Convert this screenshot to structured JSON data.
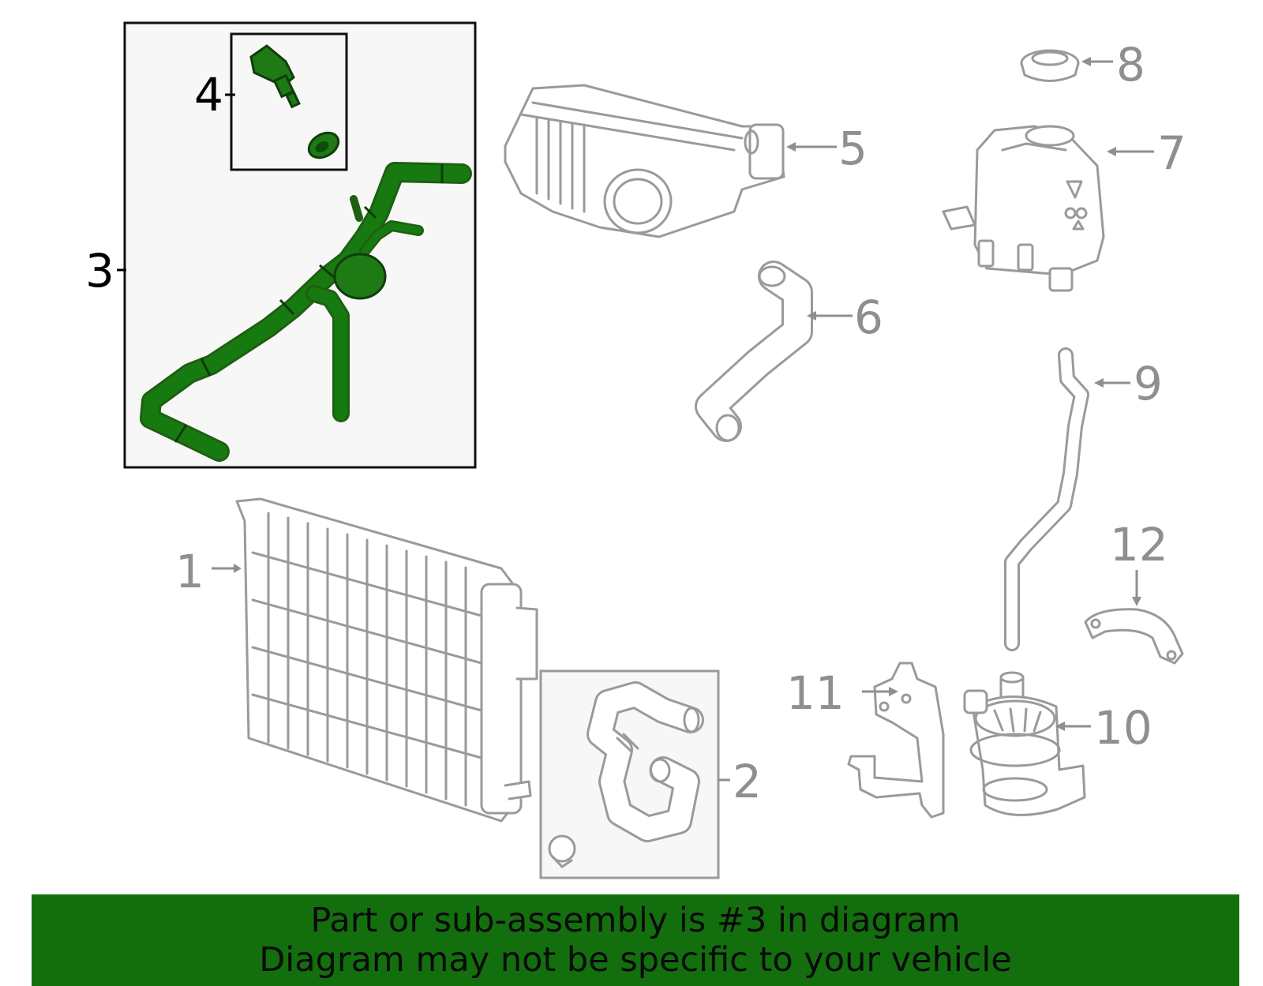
{
  "callouts": {
    "c1": "1",
    "c2": "2",
    "c3": "3",
    "c4": "4",
    "c5": "5",
    "c6": "6",
    "c7": "7",
    "c8": "8",
    "c9": "9",
    "c10": "10",
    "c11": "11",
    "c12": "12"
  },
  "highlighted_part": "3",
  "banner": {
    "line1": "Part or sub-assembly is #3 in diagram",
    "line2": "Diagram may not be specific to your vehicle"
  },
  "colors": {
    "highlight": "#136f0e",
    "part_outline": "#9a9a9a",
    "callout_gray": "#8f8f8f"
  }
}
